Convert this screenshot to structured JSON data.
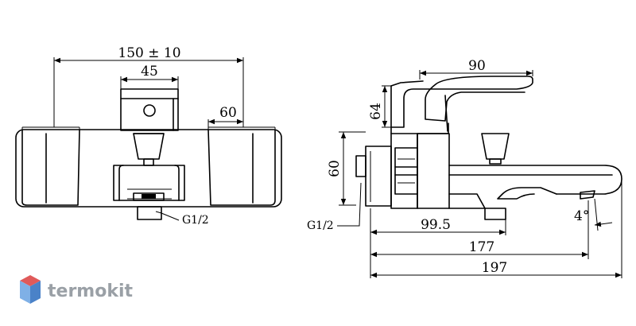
{
  "front_view": {
    "dim_overall": "150 ± 10",
    "dim_handle_width": "45",
    "dim_end_block": "60",
    "inlet_label": "G1/2"
  },
  "side_view": {
    "dim_handle_length": "90",
    "dim_handle_height": "64",
    "dim_inlet_height": "60",
    "inlet_label": "G1/2",
    "dim_spout_99": "99.5",
    "dim_spout_177": "177",
    "dim_spout_197": "197",
    "angle_label": "4°"
  },
  "watermark": {
    "brand": "termokit",
    "colors": {
      "top": "#e05a5a",
      "left": "#7fb0e6",
      "right": "#4a82c8"
    }
  }
}
